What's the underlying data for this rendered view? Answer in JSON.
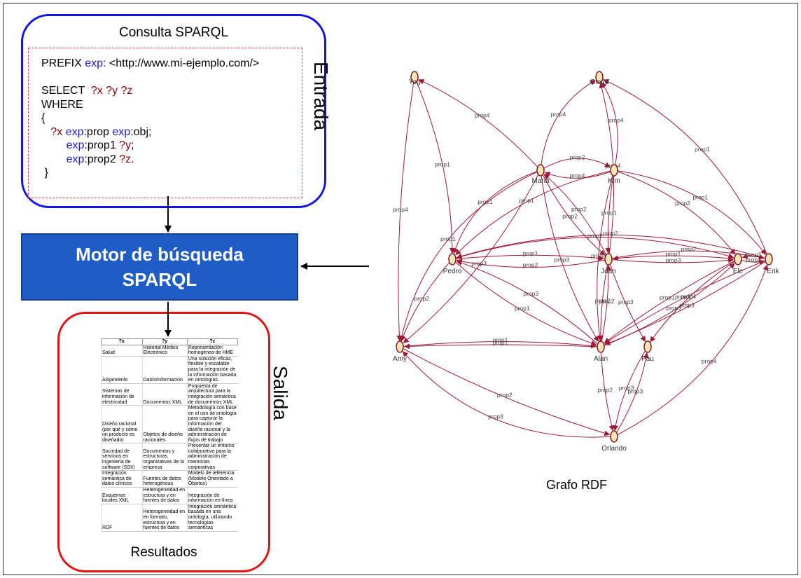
{
  "query": {
    "title": "Consulta SPARQL",
    "lines": [
      [
        {
          "t": "PREFIX ",
          "c": ""
        },
        {
          "t": "exp:",
          "c": "blue"
        },
        {
          "t": " <http://www.mi-ejemplo.com/>",
          "c": ""
        }
      ],
      [],
      [
        {
          "t": "SELECT  ",
          "c": ""
        },
        {
          "t": "?x ?y ?z",
          "c": "red"
        }
      ],
      [
        {
          "t": "WHERE",
          "c": ""
        }
      ],
      [
        {
          "t": "{",
          "c": ""
        }
      ],
      [
        {
          "t": "   ",
          "c": ""
        },
        {
          "t": "?x ",
          "c": "red"
        },
        {
          "t": "exp",
          "c": "blue"
        },
        {
          "t": ":prop ",
          "c": ""
        },
        {
          "t": "exp",
          "c": "blue"
        },
        {
          "t": ":obj;",
          "c": ""
        }
      ],
      [
        {
          "t": "        ",
          "c": ""
        },
        {
          "t": "exp",
          "c": "blue"
        },
        {
          "t": ":prop1 ",
          "c": ""
        },
        {
          "t": "?y",
          "c": "red"
        },
        {
          "t": ";",
          "c": ""
        }
      ],
      [
        {
          "t": "        ",
          "c": ""
        },
        {
          "t": "exp",
          "c": "blue"
        },
        {
          "t": ":prop2 ",
          "c": ""
        },
        {
          "t": "?z",
          "c": "red"
        },
        {
          "t": ".",
          "c": ""
        }
      ],
      [
        {
          "t": " }",
          "c": ""
        }
      ]
    ]
  },
  "entrada_label": "Entrada",
  "motor": {
    "line1": "Motor de búsqueda",
    "line2": "SPARQL"
  },
  "salida_label": "Salida",
  "results": {
    "label": "Resultados",
    "headers": [
      "?x",
      "?y",
      "?z"
    ],
    "rows": [
      [
        "Salud",
        "Historial Médico Electrónico",
        "Representación homogénea de HME"
      ],
      [
        "Alojamiento",
        "Datos/información",
        "Una solución eficaz, flexible y escalable para la integración de la información basada en ontologías."
      ],
      [
        "Sistemas de información de electricidad",
        "Documentos XML",
        "Propuesta de arquitectura para la integración semántica de documentos XML"
      ],
      [
        "Diseño racional (por qué y cómo un producto es diseñado)",
        "Objetos de diseño racionales",
        "Metodología con base en el uso de ontología para capturar la información del diseño racional y la administración de flujos de trabajo"
      ],
      [
        "Sociedad de servicios en ingeniería de software (SSII)",
        "Documentos y estructuras organizativas de la empresa",
        "Presentar un entorno colaborativo para la administración de memorias corporativas"
      ],
      [
        "Integración semántica de datos clínicos",
        "Fuentes de datos heterogéneas",
        "Modelo de referencia (Modelo Orientado a Objetos)"
      ],
      [
        "Esquemas locales XML",
        "Heterogeneidad en estructura y en fuentes de datos",
        "Integración de información en-línea"
      ],
      [
        "RDF",
        "Heterogeneidad en en formato, estructura y en fuentes de datos",
        "Integración semántica basada en una ontología, utilizando tecnologías semánticas"
      ]
    ]
  },
  "graph": {
    "label": "Grafo RDF",
    "node_color": "#f5e6b8",
    "edge_color": "#a01838",
    "nodes": [
      "Yog",
      "Gloria",
      "Maria",
      "Kim",
      "Pedro",
      "Juan",
      "Ele",
      "Erik",
      "Amy",
      "Alan",
      "Pau",
      "Orlando"
    ],
    "edge_labels": [
      "prop1",
      "prop2",
      "prop3",
      "prop4"
    ]
  }
}
